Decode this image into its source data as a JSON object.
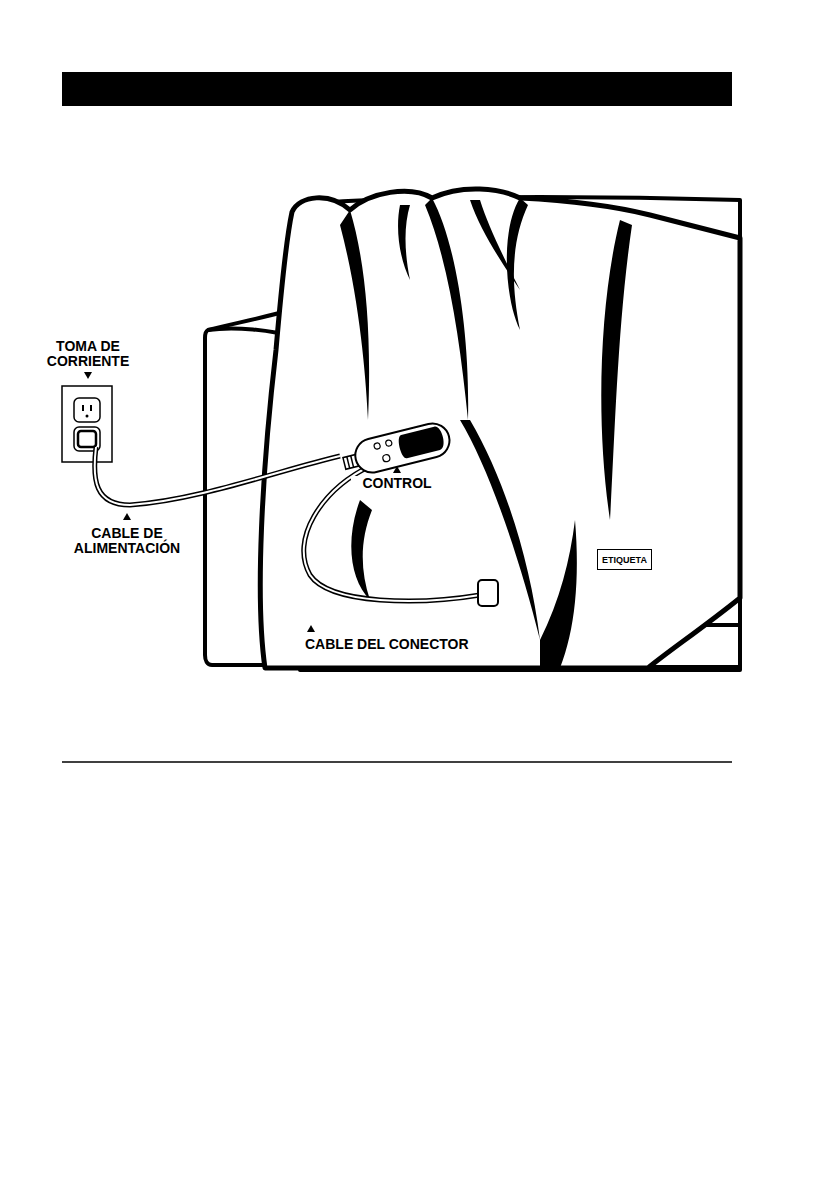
{
  "diagram": {
    "nodes": [
      {
        "text": [
          "ETIQUETA"
        ]
      }
    ],
    "labels": [
      "TOMA DE CORRIENTE",
      "CONTROL",
      "CABLE DE ALIMENTACIÓN",
      "CABLE DEL CONECTOR"
    ]
  }
}
